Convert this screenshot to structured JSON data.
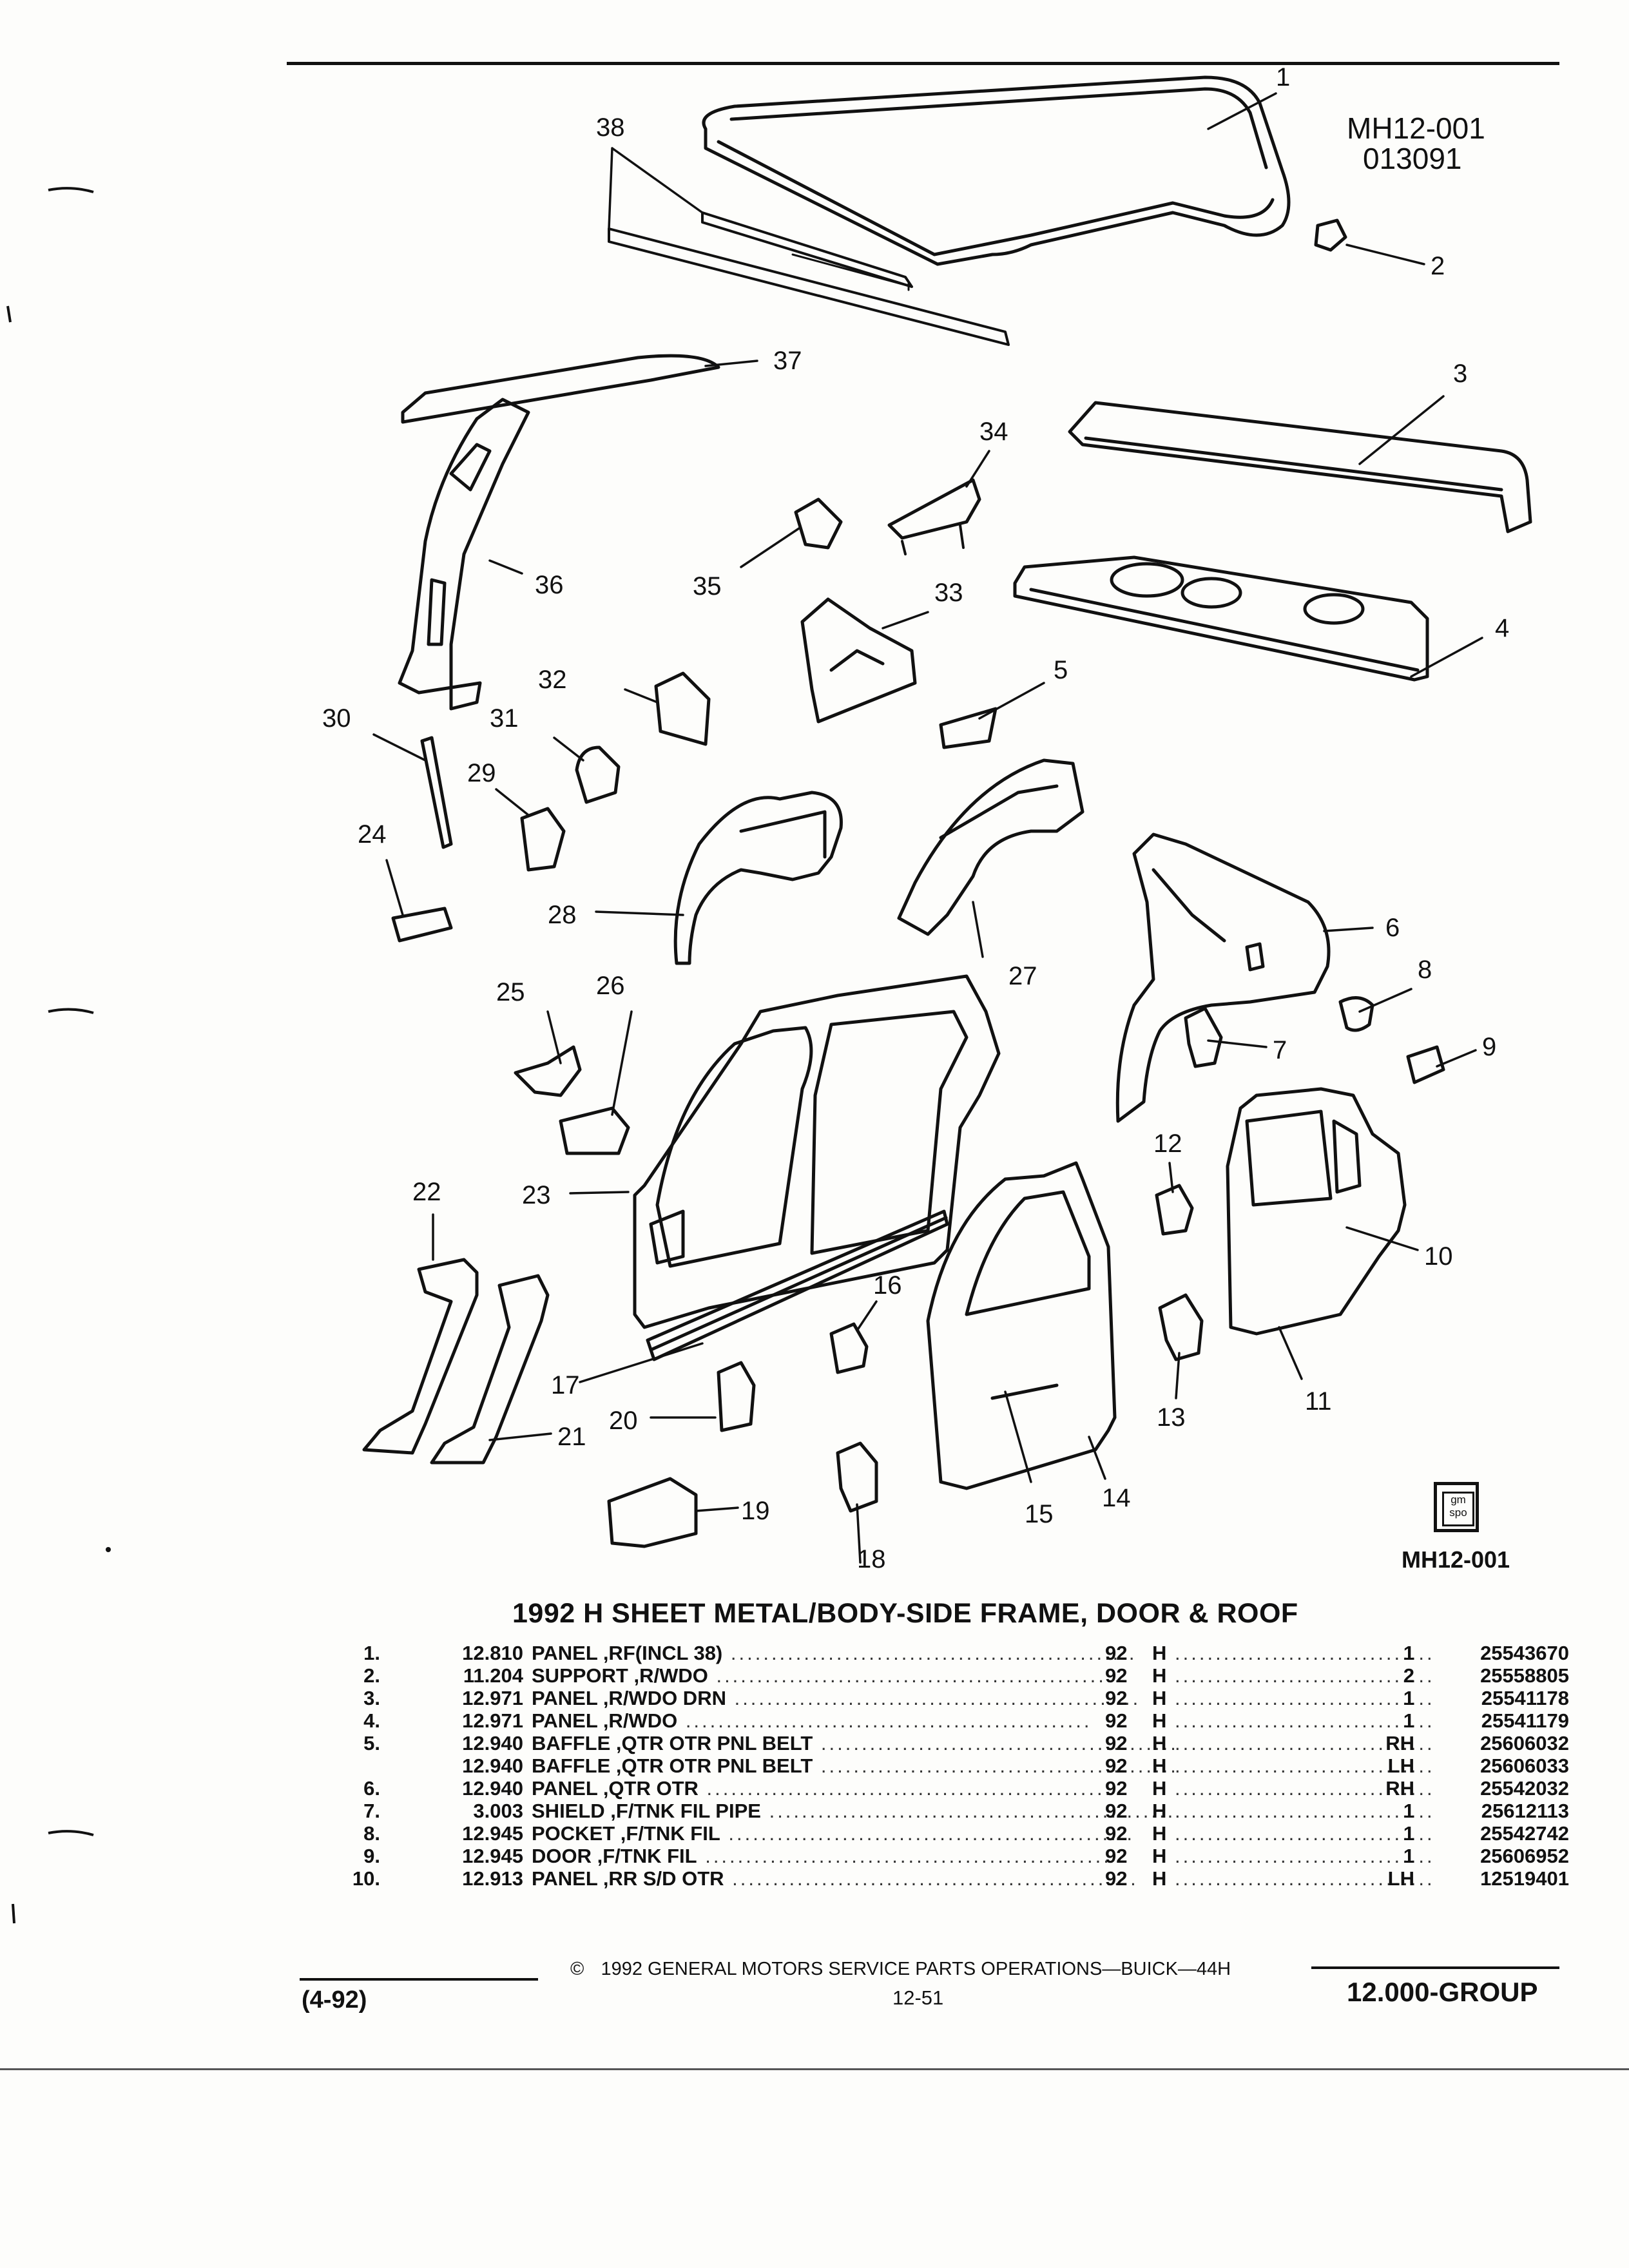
{
  "header": {
    "code": "MH12-001",
    "date_code": "013091"
  },
  "callouts": [
    "1",
    "2",
    "3",
    "4",
    "5",
    "6",
    "7",
    "8",
    "9",
    "10",
    "11",
    "12",
    "13",
    "14",
    "15",
    "16",
    "17",
    "18",
    "19",
    "20",
    "21",
    "22",
    "23",
    "24",
    "25",
    "26",
    "27",
    "28",
    "29",
    "30",
    "31",
    "32",
    "33",
    "34",
    "35",
    "36",
    "37",
    "38"
  ],
  "reference_badge": {
    "text": "gm\nspo",
    "code": "MH12-001"
  },
  "title": "1992 H SHEET METAL/BODY-SIDE FRAME, DOOR & ROOF",
  "parts": [
    {
      "no": "1.",
      "group": "12.810",
      "description": "PANEL ,RF(INCL 38)",
      "year": "92",
      "series": "H",
      "qty": "1",
      "part_no": "25543670"
    },
    {
      "no": "2.",
      "group": "11.204",
      "description": "SUPPORT ,R/WDO",
      "year": "92",
      "series": "H",
      "qty": "2",
      "part_no": "25558805"
    },
    {
      "no": "3.",
      "group": "12.971",
      "description": "PANEL ,R/WDO DRN",
      "year": "92",
      "series": "H",
      "qty": "1",
      "part_no": "25541178"
    },
    {
      "no": "4.",
      "group": "12.971",
      "description": "PANEL ,R/WDO",
      "year": "92",
      "series": "H",
      "qty": "1",
      "part_no": "25541179"
    },
    {
      "no": "5.",
      "group": "12.940",
      "description": "BAFFLE ,QTR OTR PNL BELT",
      "year": "92",
      "series": "H",
      "qty": "RH",
      "part_no": "25606032"
    },
    {
      "no": "",
      "group": "12.940",
      "description": "BAFFLE ,QTR OTR PNL BELT",
      "year": "92",
      "series": "H",
      "qty": "LH",
      "part_no": "25606033"
    },
    {
      "no": "6.",
      "group": "12.940",
      "description": "PANEL ,QTR OTR",
      "year": "92",
      "series": "H",
      "qty": "RH",
      "part_no": "25542032"
    },
    {
      "no": "7.",
      "group": "3.003",
      "description": "SHIELD ,F/TNK FIL PIPE",
      "year": "92",
      "series": "H",
      "qty": "1",
      "part_no": "25612113"
    },
    {
      "no": "8.",
      "group": "12.945",
      "description": "POCKET ,F/TNK FIL",
      "year": "92",
      "series": "H",
      "qty": "1",
      "part_no": "25542742"
    },
    {
      "no": "9.",
      "group": "12.945",
      "description": "DOOR ,F/TNK FIL",
      "year": "92",
      "series": "H",
      "qty": "1",
      "part_no": "25606952"
    },
    {
      "no": "10.",
      "group": "12.913",
      "description": "PANEL ,RR S/D OTR",
      "year": "92",
      "series": "H",
      "qty": "LH",
      "part_no": "12519401"
    }
  ],
  "footer": {
    "revision": "(4-92)",
    "copyright_symbol": "©",
    "copyright": "1992  GENERAL MOTORS SERVICE PARTS OPERATIONS—BUICK—44H",
    "page": "12-51",
    "group": "12.000-GROUP"
  }
}
